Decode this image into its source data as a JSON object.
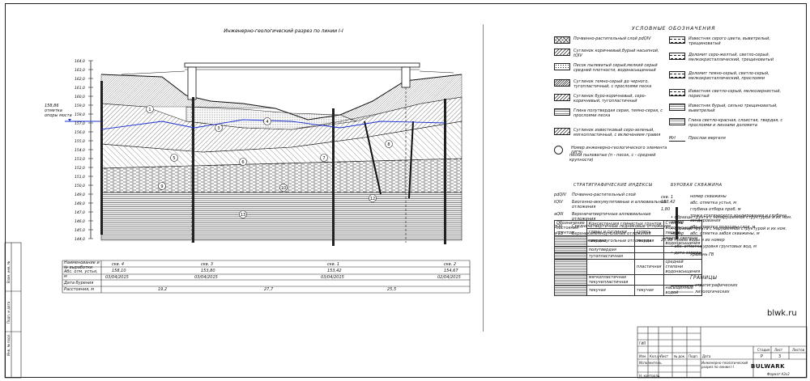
{
  "drawing": {
    "section_title": "Инженерно-геологический разрез по линии I-I",
    "legend_title": "УСЛОВНЫЕ ОБОЗНАЧЕНИЯ",
    "stratigraphy_title": "СТРАТИГРАФИЧЕСКИЕ ИНДЕКСЫ",
    "borehole_title": "БУРОВАЯ СКВАЖИНА",
    "boundaries_title": "ГРАНИЦЫ",
    "side_note": "158,86 отметка опоры моста",
    "site_url": "blwk.ru",
    "logo": "BULWARK",
    "sheet_format": "Формат А3x3"
  },
  "elevation_ticks": [
    "164,0",
    "163,0",
    "162,0",
    "161,0",
    "160,0",
    "159,0",
    "158,0",
    "157,0",
    "156,0",
    "155,0",
    "154,0",
    "153,0",
    "152,0",
    "151,0",
    "150,0",
    "149,0",
    "148,0",
    "147,0",
    "146,0",
    "145,0",
    "144,0"
  ],
  "ige_labels": [
    "1",
    "3",
    "4",
    "5",
    "6",
    "7",
    "8",
    "9",
    "10",
    "12",
    "13"
  ],
  "boreholes": [
    {
      "name": "скв. 4",
      "abs": "158,10",
      "date": "03/04/2015"
    },
    {
      "name": "скв. 3",
      "abs": "153,80",
      "date": "03/04/2015"
    },
    {
      "name": "скв. 1",
      "abs": "153,42",
      "date": "03/04/2015"
    },
    {
      "name": "скв. 2",
      "abs": "154,67",
      "date": "02/04/2015"
    }
  ],
  "bottom_table": {
    "row1": "Наименование и № выработки",
    "row2": "Абс. отм. устья, м",
    "row3": "Дата бурения",
    "row4": "Расстояния, м",
    "distances": [
      "19,2",
      "27,7",
      "25,5"
    ]
  },
  "legend_left": [
    "Почвенно-растительный слой pdQIV",
    "Суглинок коричневый,бурый насыпной, tQIV",
    "Песок пылеватый серый,мелкий серый средней плотности, водонасыщенный",
    "Суглинок темно-серый до черного, тугопластичный, с прослоями песка",
    "Суглинок буро-коричневый, серо-коричневый, тугопластичный",
    "Глина полутвердая серая, темно-серая, с прослоями песка",
    "Суглинок известковый серо-зеленый, мягкопластичный, с включением гравия"
  ],
  "legend_ige": "Номер инженерно-геологического элемента (ИГЭ)",
  "legend_ige2": "пески пылеватые (п - песок, с - средней крупности)",
  "legend_right": [
    "Известняк серого цвета, выветрелый, трещиноватый",
    "Доломит серо-желтый, светло-серый, мелкокристаллический, трещиноватый",
    "Доломит темно-серый, светло-серый, мелкокристаллический, прослоями",
    "Известняк светло-серый, мелкозернистый, пористый",
    "Известняк бурый, сильно трещиноватый, выветрелый",
    "Глина светло-красная, слоистая, твердая, с прослоями и линзами доломита",
    "Прослои мергеля"
  ],
  "legend_marl_code": "Mrl",
  "stratigraphy": [
    {
      "code": "pdQIV",
      "text": "Почвенно-растительный слой"
    },
    {
      "code": "tQIV",
      "text": "Биогенно-аккумулятивные и аллювиальные отложения"
    },
    {
      "code": "aQIII",
      "text": "Верхнечетвертичные аллювиальные отложения"
    },
    {
      "code": "gQII",
      "text": "Среднечетвертичные ледниковые отложения"
    },
    {
      "code": "a C3",
      "text": "Верхнекаменноугольные отложения"
    },
    {
      "code": "C2",
      "text": "Среднекаменноугольные отложения"
    }
  ],
  "consistency_table": {
    "h1": "Обозначение состояния грунтов",
    "h2": "Консистенция глинистых грунтов",
    "h3": "Степень водонасыщения песков",
    "c1": "глины и суглинки",
    "c2": "супесь",
    "rows": [
      [
        "твердая",
        "твердая",
        "малой степени водонасыщения"
      ],
      [
        "полутвердая",
        "",
        ""
      ],
      [
        "тугопластичная",
        "",
        ""
      ],
      [
        "",
        "пластичная",
        "средней степени водонасыщения"
      ],
      [
        "мягкопластичная текучепластичная",
        "",
        ""
      ],
      [
        "текучая",
        "текучая",
        "насыщенные водой"
      ]
    ]
  },
  "borehole_legend": [
    "номер скважины",
    "абс. отметка устья, м",
    "глубина отбора проб, м",
    "точка статического зондирования и глубина зондирования",
    "абс. отметка подошвы слоя, м",
    "абс. отметка забоя скважины, м"
  ],
  "borehole_example": {
    "name": "скв. 1",
    "elev": "153,42",
    "depth": "1,80",
    "z": "25,90"
  },
  "water_legend": [
    "образцы грунта с ненарушенной структурой и их ном. номер",
    "образцы грунта с нарушенной структурой и их ном. номер",
    "пробы воды и их номер",
    "абс. отметка уровня грунтовых вод, м",
    "дата замера"
  ],
  "water_extra": "Уровень ГВ",
  "boundaries": [
    "стратиграфических",
    "литологических"
  ],
  "stamp": {
    "title": "Инженерно-геологический разрез по линии I-I",
    "stage": "Р",
    "sheet": "3",
    "col_labels": [
      "Изм.",
      "Кол.уч",
      "Лист",
      "№ док.",
      "Подп.",
      "Дата"
    ],
    "roles": [
      "ГИП",
      "Исполнитель",
      "Н. контроль"
    ],
    "sheet_labels": [
      "Стадия",
      "Лист",
      "Листов"
    ]
  },
  "side_stamp": [
    "Инв. № подл.",
    "Подп. и дата",
    "Взам. инв. №"
  ]
}
